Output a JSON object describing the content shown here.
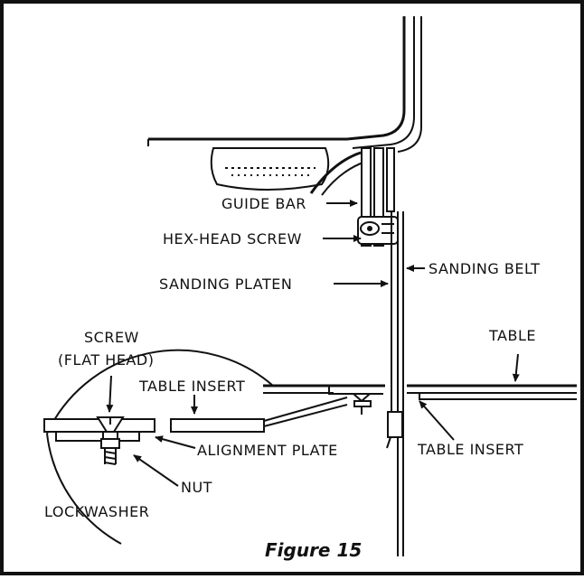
{
  "labels": {
    "guide_bar": "GUIDE BAR",
    "hex_head_screw": "HEX-HEAD SCREW",
    "sanding_platen": "SANDING PLATEN",
    "sanding_belt": "SANDING BELT",
    "table": "TABLE",
    "screw": "SCREW",
    "flat_head": "(FLAT HEAD)",
    "table_insert_detail": "TABLE INSERT",
    "table_insert_main": "TABLE INSERT",
    "alignment_plate": "ALIGNMENT PLATE",
    "nut": "NUT",
    "lockwasher": "LOCKWASHER"
  },
  "caption": "Figure 15"
}
